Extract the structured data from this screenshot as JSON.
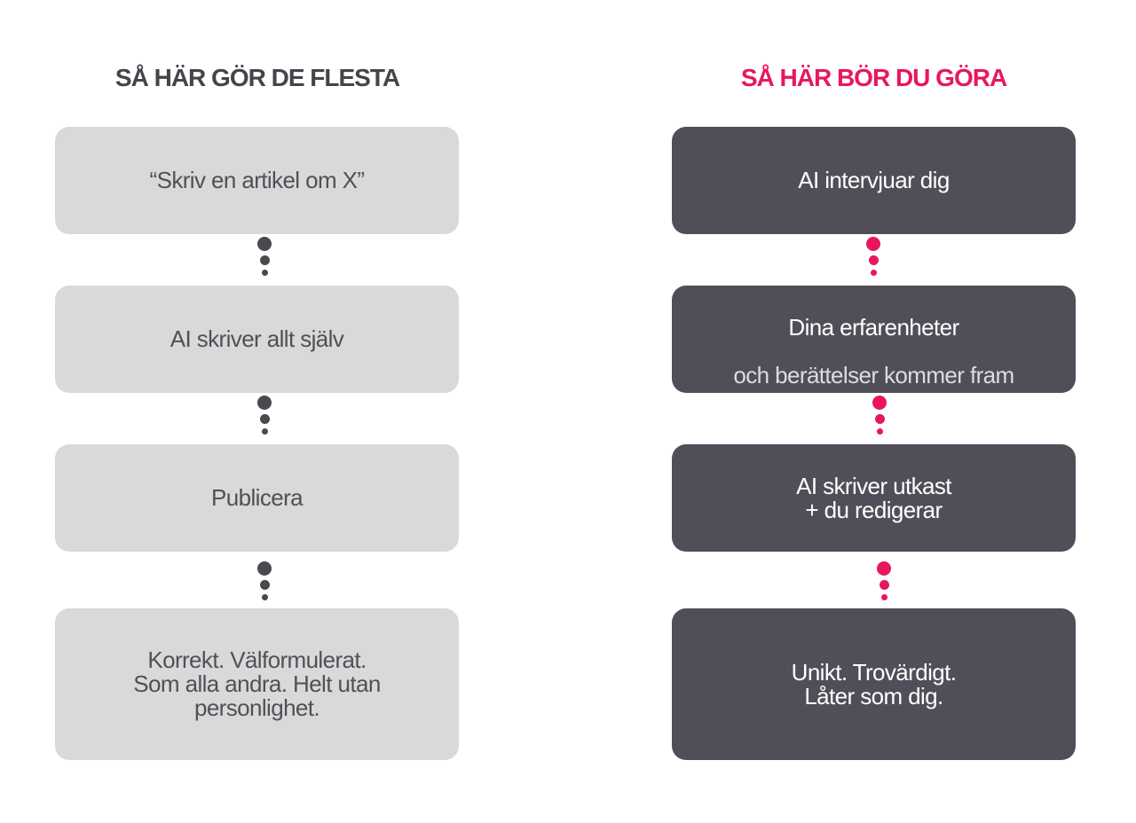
{
  "colors": {
    "left_heading": "#45444b",
    "right_heading": "#e8175d",
    "left_box_bg": "#d9d9d9",
    "left_box_text": "#505058",
    "right_box_bg": "#504e58",
    "right_box_text": "#ffffff",
    "right_box_secondary_text": "#dcdce0",
    "left_connector": "#4a4950",
    "right_connector": "#e8175d"
  },
  "left": {
    "heading": "SÅ HÄR GÖR DE FLESTA",
    "steps": [
      {
        "text": "“Skriv en artikel om X”"
      },
      {
        "text": "AI skriver allt själv"
      },
      {
        "text": "Publicera"
      },
      {
        "text": "Korrekt. Välformulerat.\nSom alla andra. Helt utan\npersonlighet."
      }
    ]
  },
  "right": {
    "heading": "SÅ HÄR BÖR DU GÖRA",
    "steps": [
      {
        "text": "AI intervjuar dig"
      },
      {
        "text": "Dina erfarenheter",
        "secondary": "och berättelser kommer fram"
      },
      {
        "text": "AI skriver utkast\n+ du redigerar"
      },
      {
        "text": "Unikt. Trovärdigt.\nLåter som dig."
      }
    ]
  }
}
